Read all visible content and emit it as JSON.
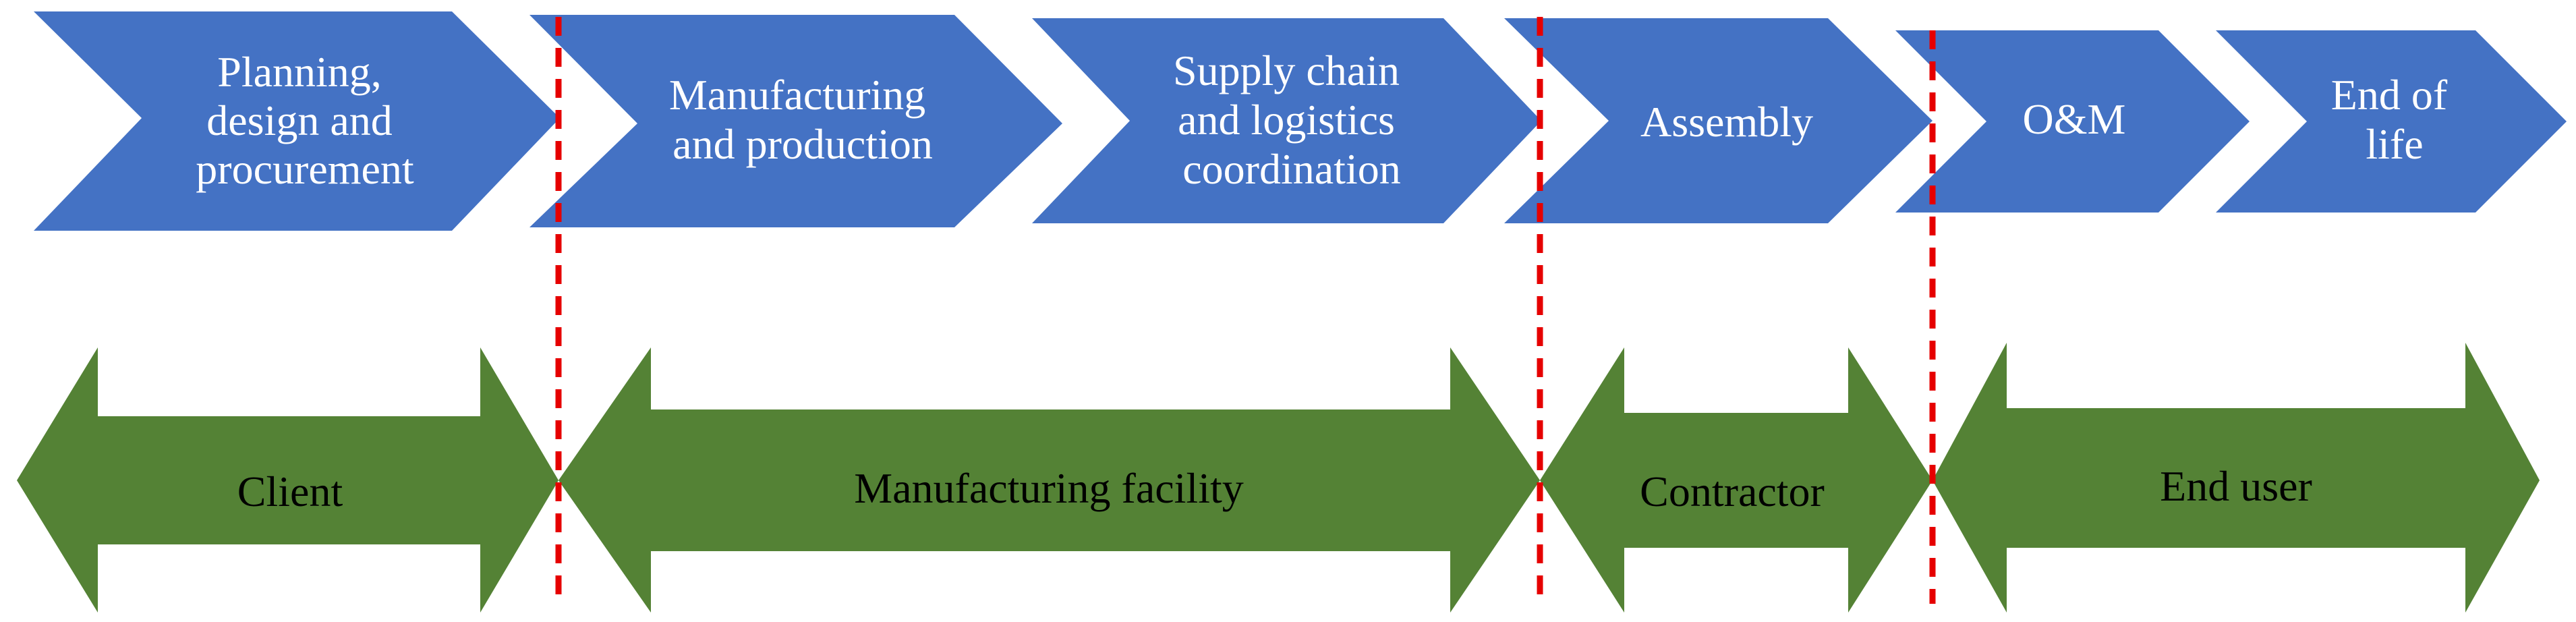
{
  "colors": {
    "stage_fill": "#4472C4",
    "actor_fill": "#548235",
    "divider": "#E60000",
    "stage_text": "#FFFFFF",
    "actor_text": "#000000"
  },
  "stages": [
    {
      "lines": [
        "Planning,",
        "design and",
        "procurement"
      ]
    },
    {
      "lines": [
        "Manufacturing",
        "and production"
      ]
    },
    {
      "lines": [
        "Supply chain",
        "and logistics",
        "coordination"
      ]
    },
    {
      "lines": [
        "Assembly"
      ]
    },
    {
      "lines": [
        "O&M"
      ]
    },
    {
      "lines": [
        "End of",
        "life"
      ]
    }
  ],
  "actors": [
    {
      "label": "Client"
    },
    {
      "label": "Manufacturing facility"
    },
    {
      "label": "Contractor"
    },
    {
      "label": "End user"
    }
  ]
}
